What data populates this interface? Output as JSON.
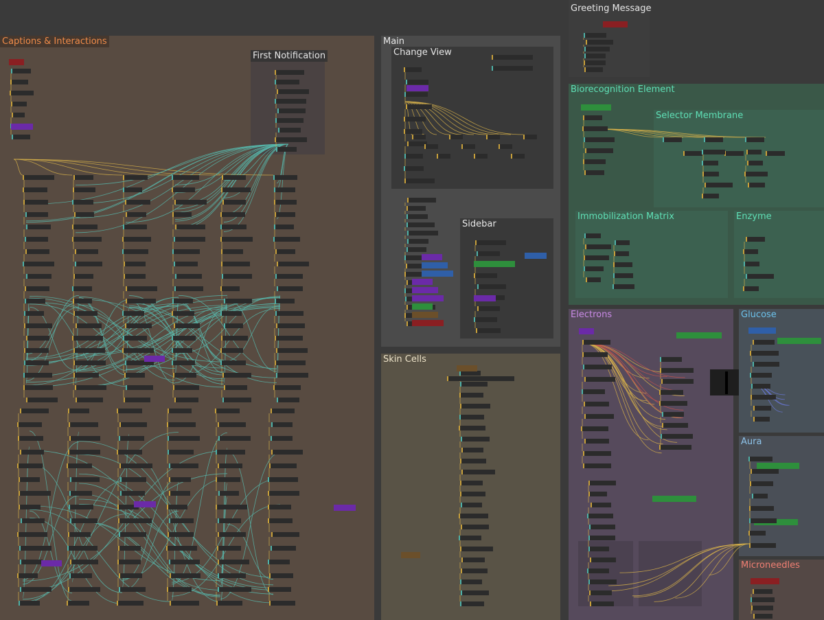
{
  "groups": {
    "captions": "Captions & Interactions",
    "first_notification": "First Notification",
    "main": "Main",
    "change_view": "Change View",
    "sidebar": "Sidebar",
    "skin_cells": "Skin Cells",
    "greeting": "Greeting Message",
    "biorecognition": "Biorecognition Element",
    "selector_membrane": "Selector Membrane",
    "immobilization": "Immobilization Matrix",
    "enzyme": "Enzyme",
    "electrons": "Electrons",
    "glucose": "Glucose",
    "aura": "Aura",
    "microneedles": "Microneedles"
  },
  "colors": {
    "canvas": "#3a3a3a",
    "captions_bg": "#584b41",
    "main_bg": "#4b4b4b",
    "change_view_bg": "#393939",
    "skin_bg": "#595346",
    "greeting_bg": "#3d3d3d",
    "bio_bg": "#3a5848",
    "bio_inner_bg": "#3c6150",
    "electrons_bg": "#564a5c",
    "glucose_bg": "#485159",
    "aura_bg": "#4a4f57",
    "micro_bg": "#544845",
    "wire_yellow": "#d6b04a",
    "wire_teal": "#57b9ad",
    "wire_red": "#c0524f",
    "tag_purple": "#6b2aa8",
    "tag_green": "#2e8f3c",
    "tag_blue": "#2f5fa8",
    "tag_red": "#8a1f22"
  }
}
